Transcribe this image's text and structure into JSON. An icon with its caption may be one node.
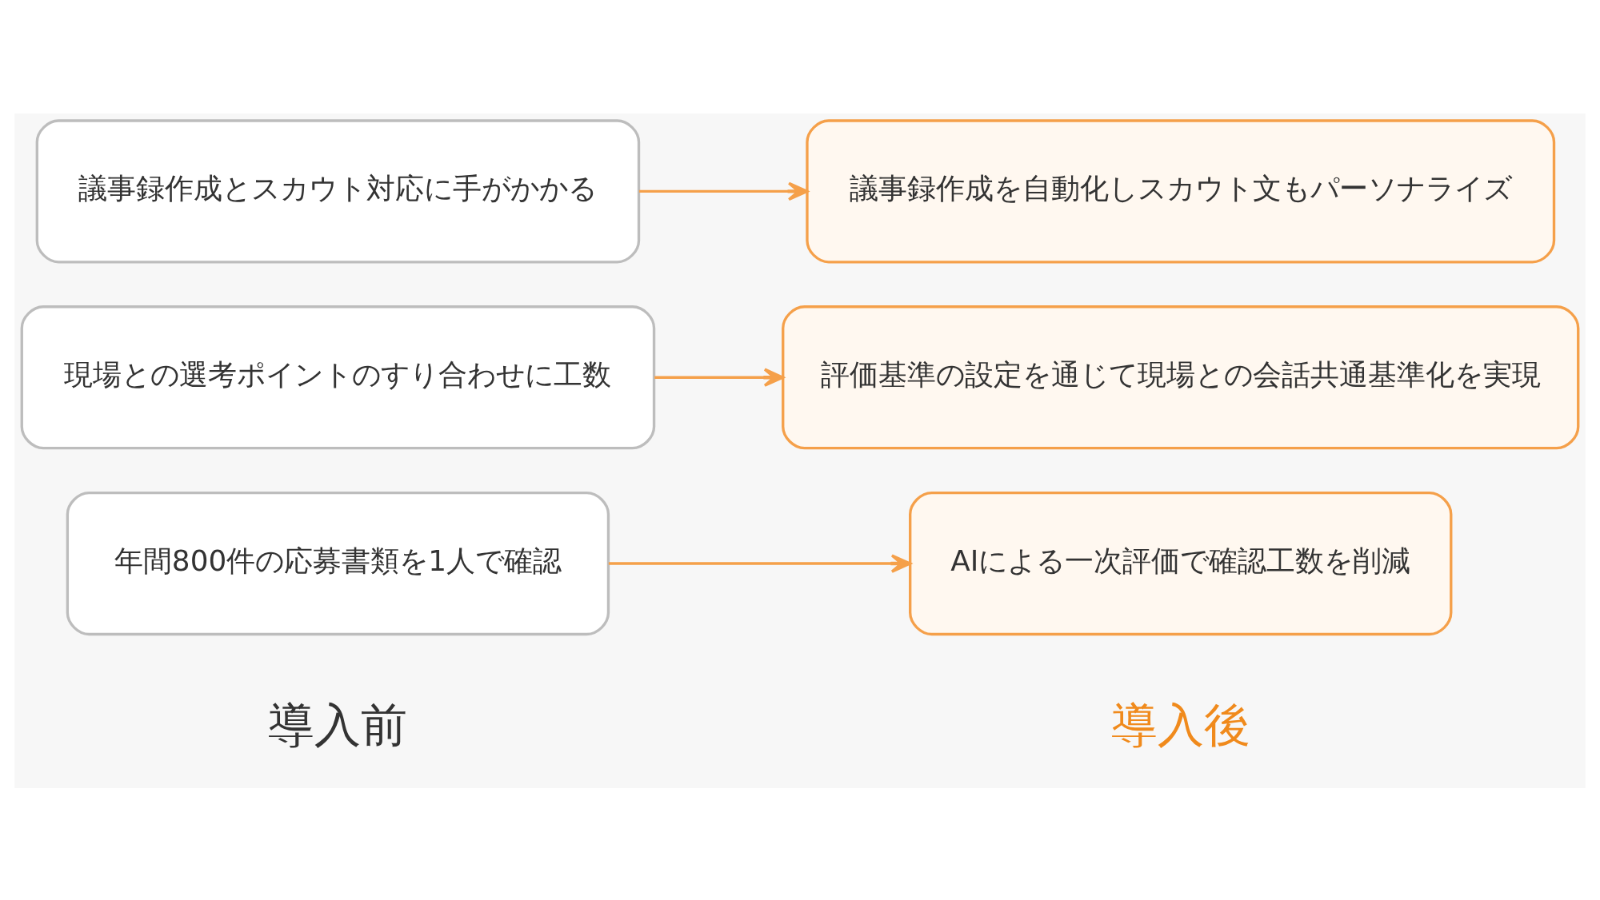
{
  "diagram": {
    "nodes": [
      {
        "text": [
          "年間800件の応募書類を1人で確認"
        ]
      },
      {
        "text": [
          "AIによる一次評価で確認工数を削減"
        ]
      },
      {
        "text": [
          "現場との選考ポイントのすり合わせに工数"
        ]
      },
      {
        "text": [
          "評価基準の設定を通じて現場との会話共通基準化を実現"
        ]
      },
      {
        "text": [
          "議事録作成とスカウト対応に手がかかる"
        ]
      },
      {
        "text": [
          "議事録作成を自動化しスカウト文もパーソナライズ"
        ]
      }
    ],
    "edges": [
      {
        "from": 0,
        "to": 1,
        "arrow": "to"
      },
      {
        "from": 2,
        "to": 3,
        "arrow": "to"
      },
      {
        "from": 4,
        "to": 5,
        "arrow": "to"
      }
    ],
    "labels": [
      "導入前",
      "導入後"
    ]
  }
}
